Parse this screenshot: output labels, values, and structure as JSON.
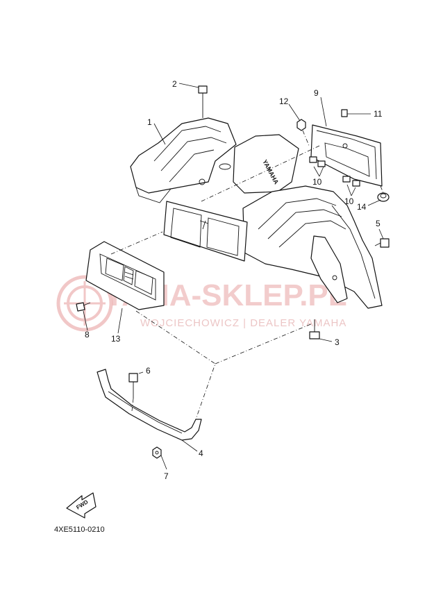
{
  "diagram": {
    "part_code": "4XE5110-0210",
    "fwd_label": "FWD",
    "brand_text": "YAMAHA",
    "watermark": {
      "main": "YAMA-SKLEP.PL",
      "sub": "WOJCIECHOWICZ | DEALER YAMAHA"
    },
    "callouts": [
      "1",
      "2",
      "3",
      "4",
      "5",
      "6",
      "7",
      "8",
      "9",
      "10",
      "10",
      "11",
      "12",
      "13",
      "14"
    ]
  }
}
